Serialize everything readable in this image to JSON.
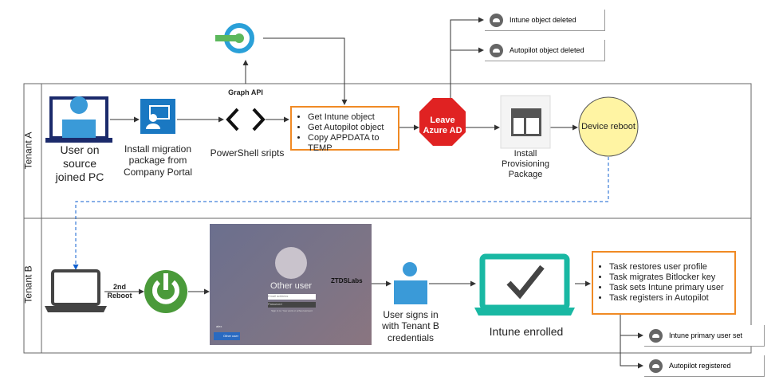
{
  "lanes": {
    "a": "Tenant A",
    "b": "Tenant B"
  },
  "tenant_a": {
    "user_label": "User on source joined PC",
    "portal_label": "Install migration package from Company Portal",
    "graph_api": "Graph API",
    "powershell_label": "PowerShell sripts",
    "tasks": [
      "Get Intune object",
      "Get Autopilot object",
      "Copy APPDATA to TEMP"
    ],
    "leave_label": "Leave Azure AD",
    "provisioning_label": "Install Provisioning Package",
    "reboot_label": "Device reboot",
    "notes": [
      "Intune object deleted",
      "Autopilot object deleted"
    ]
  },
  "tenant_b": {
    "reboot_label": "2nd Reboot",
    "login": {
      "title": "Other user",
      "email_placeholder": "Email address",
      "password_placeholder": "Password",
      "signin_hint": "Sign in to: Your work or school account",
      "users": [
        "alex",
        "Other user"
      ],
      "brand": "ZTDSLabs"
    },
    "user_label": "User signs in with Tenant B credentials",
    "enrolled_label": "Intune enrolled",
    "tasks": [
      "Task restores user profile",
      "Task migrates Bitlocker key",
      "Task sets Intune primary user",
      "Task registers in Autopilot"
    ],
    "notes": [
      "Intune primary user set",
      "Autopilot registered"
    ]
  },
  "colors": {
    "orange": "#f08a24",
    "stop": "#e02222",
    "reboot": "#fff4a3",
    "teal": "#19b8a3",
    "power": "#4a9a3a",
    "blue": "#1a78c2",
    "dashed": "#1060d0"
  }
}
